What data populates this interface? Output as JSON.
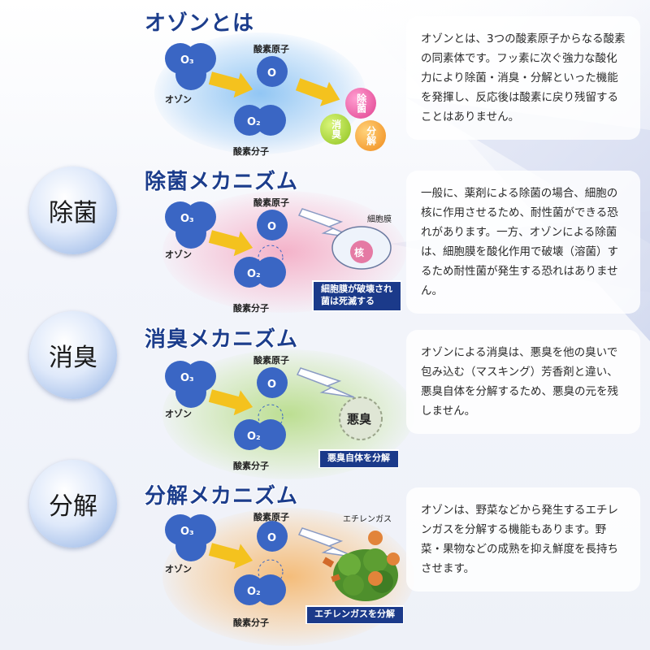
{
  "colors": {
    "title": "#1c3d8c",
    "molecule": "#3a66c4",
    "arrow": "#f4c21e",
    "banner": "#1b3a8a"
  },
  "sections": [
    {
      "title": "オゾンとは",
      "labels": {
        "ozone": "オゾン",
        "atom": "酸素原子",
        "molecule": "酸素分子"
      },
      "molecules": {
        "o3": "O₃",
        "o": "O",
        "o2": "O₂"
      },
      "effects": [
        "除菌",
        "消臭",
        "分解"
      ],
      "description": "オゾンとは、3つの酸素原子からなる酸素の同素体です。フッ素に次ぐ強力な酸化力により除菌・消臭・分解といった機能を発揮し、反応後は酸素に戻り残留することはありません。"
    },
    {
      "title": "除菌メカニズム",
      "side": "除菌",
      "labels": {
        "ozone": "オゾン",
        "atom": "酸素原子",
        "molecule": "酸素分子",
        "extra": "細胞膜",
        "core": "核"
      },
      "molecules": {
        "o3": "O₃",
        "o": "O",
        "o2": "O₂"
      },
      "banner": [
        "細胞膜が破壊され",
        "菌は死滅する"
      ],
      "description": "一般に、薬剤による除菌の場合、細胞の核に作用させるため、耐性菌ができる恐れがあります。一方、オゾンによる除菌は、細胞膜を酸化作用で破壊（溶菌）するため耐性菌が発生する恐れはありません。"
    },
    {
      "title": "消臭メカニズム",
      "side": "消臭",
      "labels": {
        "ozone": "オゾン",
        "atom": "酸素原子",
        "molecule": "酸素分子",
        "core": "悪臭"
      },
      "molecules": {
        "o3": "O₃",
        "o": "O",
        "o2": "O₂"
      },
      "banner": [
        "悪臭自体を分解"
      ],
      "description": "オゾンによる消臭は、悪臭を他の臭いで包み込む（マスキング）芳香剤と違い、悪臭自体を分解するため、悪臭の元を残しません。"
    },
    {
      "title": "分解メカニズム",
      "side": "分解",
      "labels": {
        "ozone": "オゾン",
        "atom": "酸素原子",
        "molecule": "酸素分子",
        "extra": "エチレンガス"
      },
      "molecules": {
        "o3": "O₃",
        "o": "O",
        "o2": "O₂"
      },
      "banner": [
        "エチレンガスを分解"
      ],
      "description": "オゾンは、野菜などから発生するエチレンガスを分解する機能もあります。野菜・果物などの成熟を抑え鮮度を長持ちさせます。"
    }
  ]
}
